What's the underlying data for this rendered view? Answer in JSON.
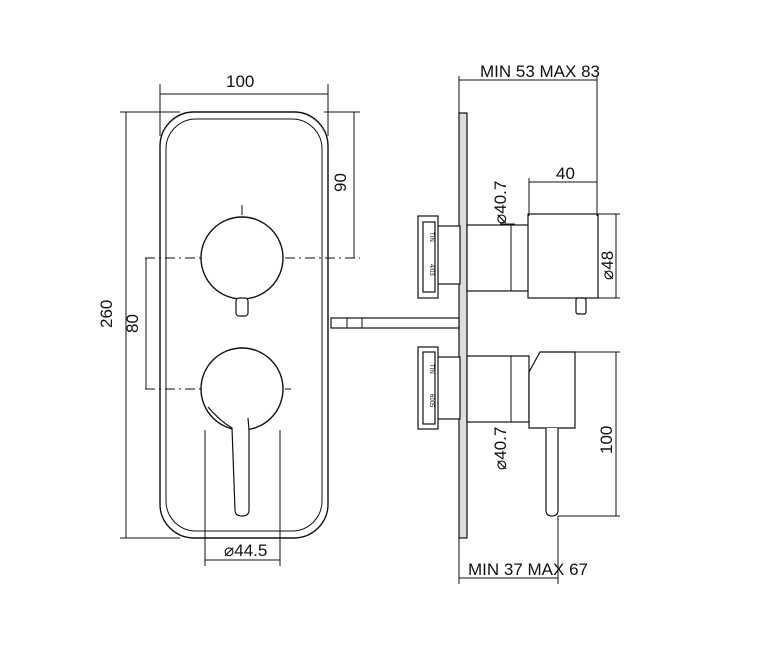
{
  "dimensions": {
    "width": "100",
    "height": "260",
    "handle_center_top": "90",
    "handle_spacing": "80",
    "handle_diameter": "⌀44.5",
    "adjust_top": "MIN 53 MAX 83",
    "adjust_bottom": "MIN 37 MAX 67",
    "body_depth": "40",
    "upper_knob_diameter": "⌀48",
    "lower_body_height": "100",
    "upper_diameter": "⌀40.7",
    "lower_diameter": "⌀40.7"
  },
  "cartridge_labels": {
    "upper_a": "4/03",
    "upper_b": "TIN",
    "lower_a": "6005",
    "lower_b": "TIN"
  },
  "style": {
    "line_color": "#111111",
    "plate_edge_fill": "#dddddd",
    "background": "#ffffff"
  }
}
